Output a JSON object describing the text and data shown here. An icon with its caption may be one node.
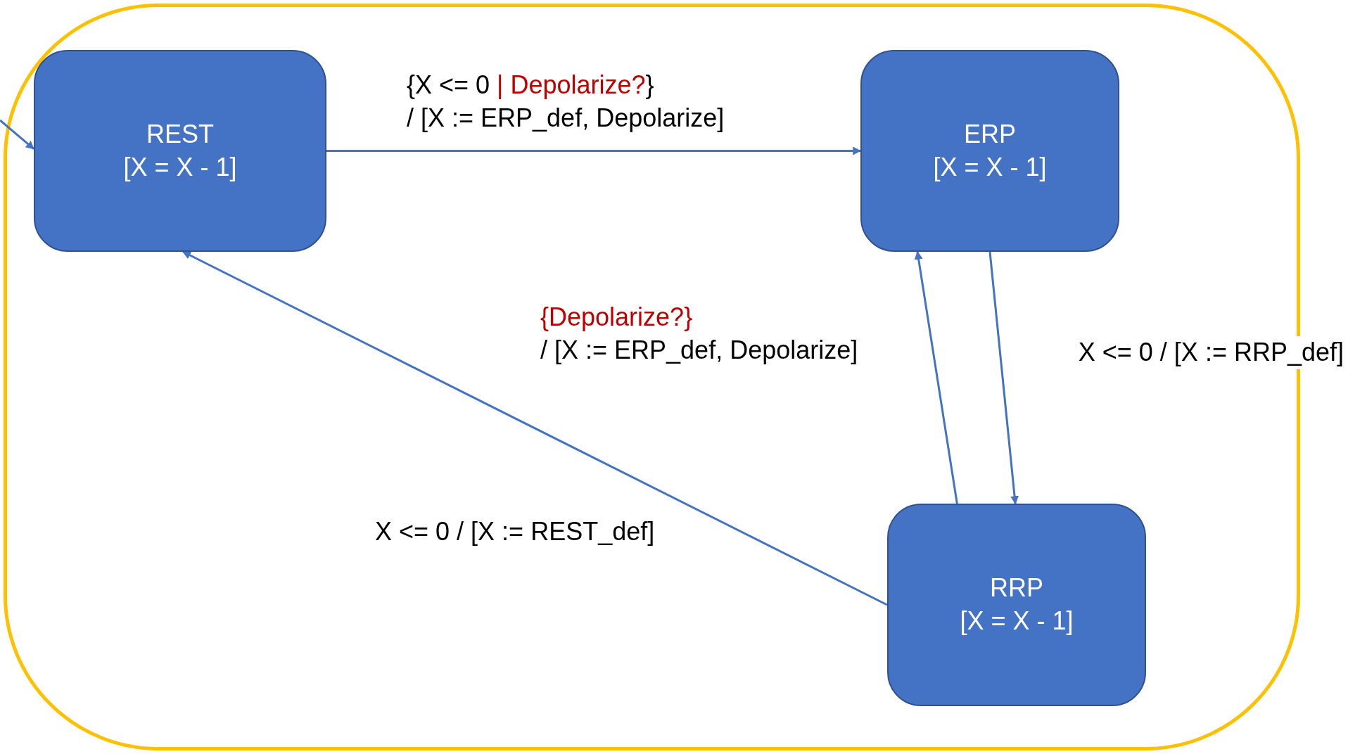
{
  "diagram": {
    "nodes": [
      {
        "text": [],
        "shape": "box"
      },
      {
        "text": [
          "REST",
          "[X = X - 1]"
        ],
        "in": 0
      },
      {
        "text": [
          "ERP",
          "[X = X - 1]"
        ],
        "in": 0
      },
      {
        "text": [
          "RRP",
          "[X = X - 1]"
        ],
        "in": 0
      }
    ],
    "edges": [
      {
        "from": null,
        "to": 1,
        "arrow": "to"
      },
      {
        "from": 1,
        "to": 2,
        "arrow": "to",
        "label": "{X <= 0 *| Depolarize?*} / [X := ERP_def, Depolarize]"
      },
      {
        "from": 2,
        "to": 3,
        "arrow": "to",
        "label": "X <= 0 / [X := RRP_def]"
      },
      {
        "from": 3,
        "to": 2,
        "arrow": "to",
        "label": "*{Depolarize?}* / [X := ERP_def, Depolarize]"
      },
      {
        "from": 3,
        "to": 1,
        "arrow": "to",
        "label": "X <= 0 / [X := REST_def]"
      }
    ]
  }
}
